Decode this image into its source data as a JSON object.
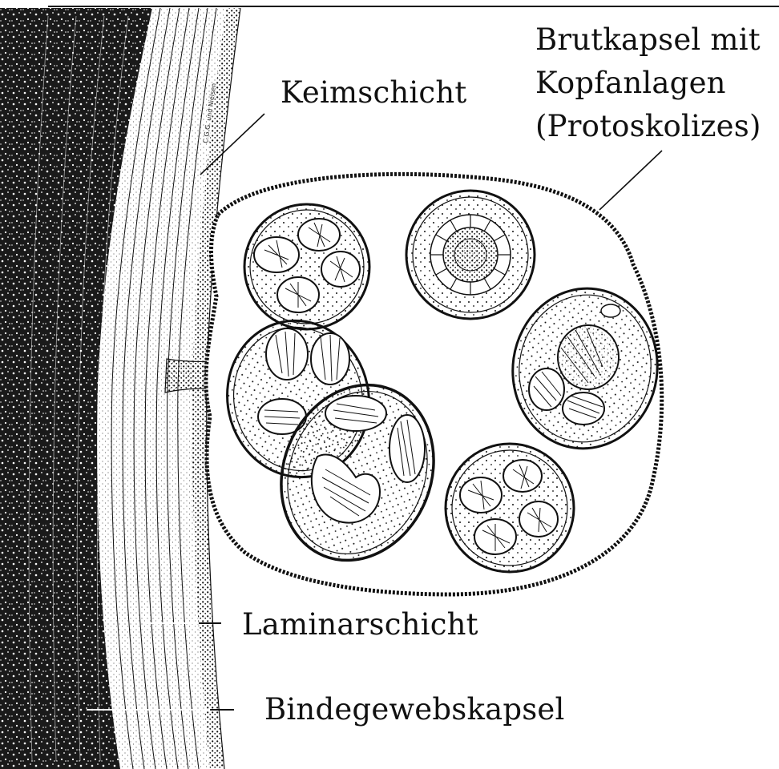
{
  "labels": {
    "keimschicht": "Keimschicht",
    "brutkapsel_l1": "Brutkapsel mit",
    "brutkapsel_l2": "Kopfanlagen",
    "brutkapsel_l3": "(Protoskolizes)",
    "laminarschicht": "Laminarschicht",
    "bindegewebskapsel": "Bindegewebskapsel"
  },
  "signature": "C.G.G. und Nielsen",
  "colors": {
    "ink": "#111111",
    "tissue_dark": "#151515",
    "paper": "#ffffff"
  }
}
